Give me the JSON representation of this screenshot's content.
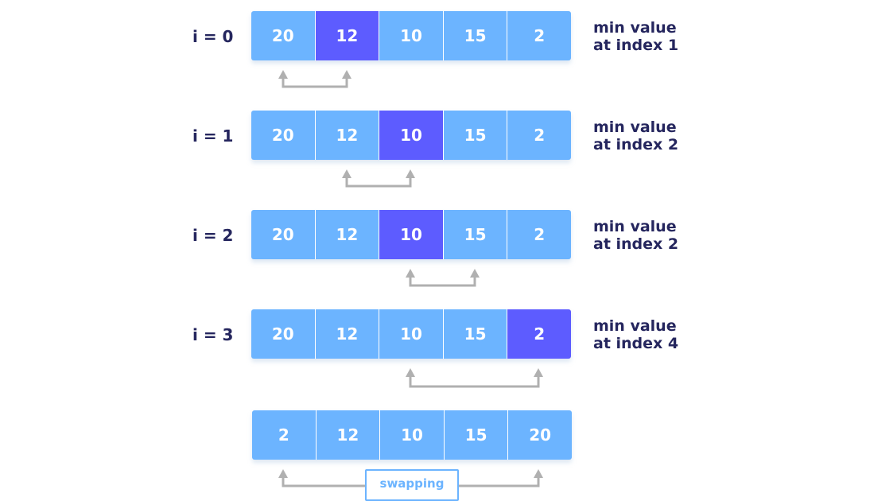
{
  "steps": [
    {
      "label": "i = 0",
      "values": [
        "20",
        "12",
        "10",
        "15",
        "2"
      ],
      "highlight": 1,
      "note": {
        "line1": "min value",
        "line2": "at index 1"
      },
      "arrow": [
        0,
        1
      ]
    },
    {
      "label": "i = 1",
      "values": [
        "20",
        "12",
        "10",
        "15",
        "2"
      ],
      "highlight": 2,
      "note": {
        "line1": "min value",
        "line2": "at index 2"
      },
      "arrow": [
        1,
        2
      ]
    },
    {
      "label": "i = 2",
      "values": [
        "20",
        "12",
        "10",
        "15",
        "2"
      ],
      "highlight": 2,
      "note": {
        "line1": "min value",
        "line2": "at index 2"
      },
      "arrow": [
        2,
        3
      ]
    },
    {
      "label": "i = 3",
      "values": [
        "20",
        "12",
        "10",
        "15",
        "2"
      ],
      "highlight": 4,
      "note": {
        "line1": "min value",
        "line2": "at index 4"
      },
      "arrow": [
        2,
        4
      ]
    }
  ],
  "final": {
    "values": [
      "2",
      "12",
      "10",
      "15",
      "20"
    ],
    "arrow": [
      0,
      4
    ],
    "swap_label": "swapping"
  },
  "colors": {
    "cell": "#6cb4ff",
    "highlight": "#5d5cff",
    "arrow": "#b0b0b0",
    "text": "#25265e",
    "swap_border": "#6cb4ff"
  }
}
